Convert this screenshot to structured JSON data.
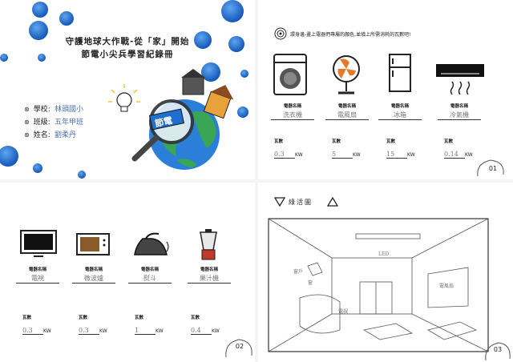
{
  "cover": {
    "title_line1": "守護地球大作戰-從「家」開始",
    "title_line2": "節電小尖兵學習紀錄冊",
    "badge": "節電",
    "school_label": "學校:",
    "school_value": "林頭國小",
    "class_label": "班級:",
    "class_value": "五年甲班",
    "name_label": "姓名:",
    "name_value": "劉柔丹"
  },
  "page01": {
    "instruction": "環身邊-畫上電器們專屬的顏色,並填上所需消耗的瓦數吧!",
    "page_number": "01",
    "appliances": [
      {
        "icon": "washing-machine-icon",
        "name_label": "電器名稱",
        "name_value": "洗衣機",
        "watt_label": "瓦數",
        "watt_value": "0.3",
        "unit": "KW"
      },
      {
        "icon": "electric-fan-icon",
        "name_label": "電器名稱",
        "name_value": "電風扇",
        "watt_label": "瓦數",
        "watt_value": "5",
        "unit": "KW"
      },
      {
        "icon": "refrigerator-icon",
        "name_label": "電器名稱",
        "name_value": "冰箱",
        "watt_label": "瓦數",
        "watt_value": "15",
        "unit": "KW"
      },
      {
        "icon": "air-conditioner-icon",
        "name_label": "電器名稱",
        "name_value": "冷氣機",
        "watt_label": "瓦數",
        "watt_value": "0.14",
        "unit": "KW"
      }
    ]
  },
  "page02": {
    "page_number": "02",
    "appliances": [
      {
        "icon": "television-icon",
        "name_label": "電器名稱",
        "name_value": "電視",
        "watt_label": "瓦數",
        "watt_value": "0.3",
        "unit": "KW"
      },
      {
        "icon": "microwave-icon",
        "name_label": "電器名稱",
        "name_value": "微波爐",
        "watt_label": "瓦數",
        "watt_value": "0.3",
        "unit": "KW"
      },
      {
        "icon": "iron-icon",
        "name_label": "電器名稱",
        "name_value": "熨斗",
        "watt_label": "瓦數",
        "watt_value": "1",
        "unit": "KW"
      },
      {
        "icon": "blender-icon",
        "name_label": "電器名稱",
        "name_value": "果汁機",
        "watt_label": "瓦數",
        "watt_value": "0.4",
        "unit": "KW"
      }
    ]
  },
  "page03": {
    "section_title": "綠活圖",
    "page_number": "03",
    "sketch_labels": {
      "led": "LED",
      "window": "窗",
      "tv": "電視",
      "wall_item": "電風扇",
      "note_left": "窗戶"
    }
  },
  "colors": {
    "accent_blue": "#1f6fd1",
    "ink_blue": "#4a6fa8",
    "dark": "#222222",
    "red": "#c0392b"
  }
}
